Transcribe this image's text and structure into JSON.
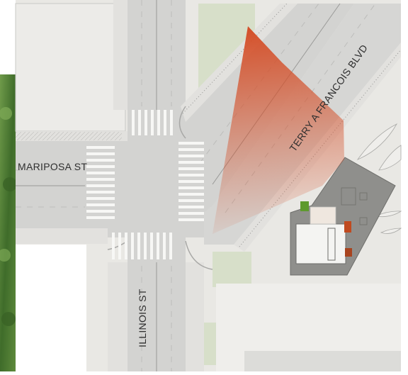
{
  "map": {
    "streets": {
      "mariposa": "MARIPOSA ST",
      "terry_francois": "TERRY A FRANCOIS BLVD",
      "illinois": "ILLINOIS ST"
    },
    "colors": {
      "background": "#ffffff",
      "ground": "#e9e8e4",
      "road": "#d3d3d1",
      "road_line": "#8c8c8c",
      "crosswalk": "#f7f7f5",
      "building": "#8f8f8c",
      "building_outline": "#6e6e6b",
      "view_cone": "#d4502a",
      "vegetation": "#4f7d33",
      "vegetation_light": "#d7dfc9",
      "accent_marker": "#c04a1f",
      "label": "#2e2e2e"
    }
  }
}
